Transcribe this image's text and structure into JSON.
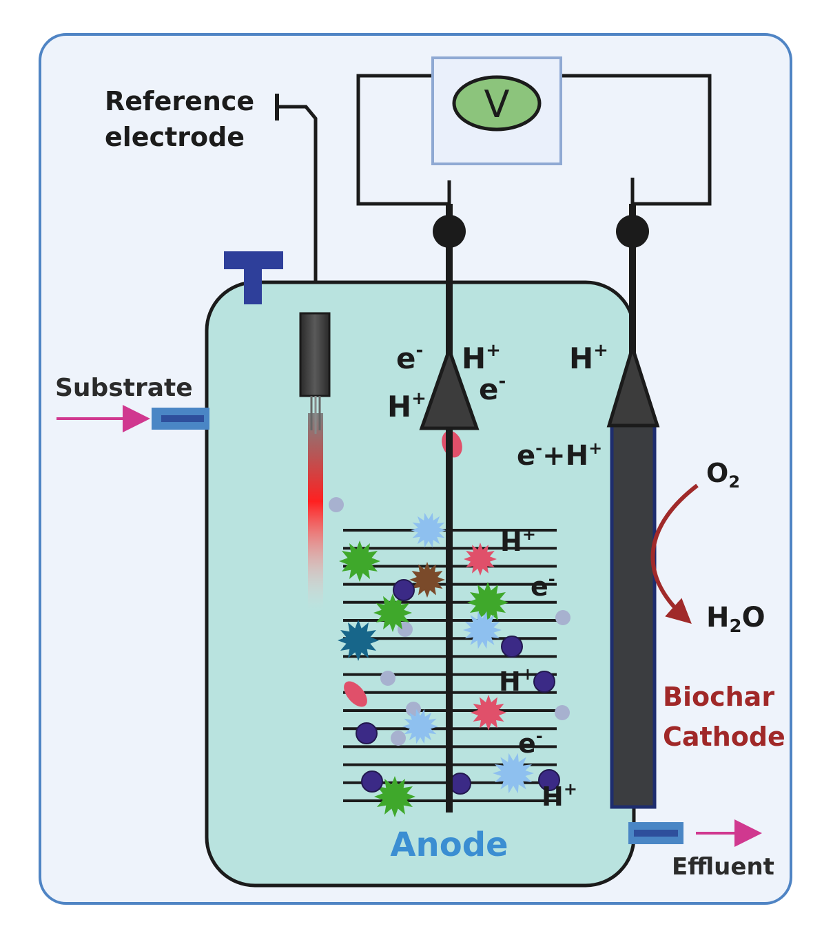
{
  "labels": {
    "reference_line1": "Reference",
    "reference_line2": "electrode",
    "voltmeter": "V",
    "substrate": "Substrate",
    "effluent": "Effluent",
    "anode": "Anode",
    "cathode_line1": "Biochar",
    "cathode_line2": "Cathode",
    "oxygen": "O",
    "oxygen_sub": "2",
    "water_pre": "H",
    "water_sub": "2",
    "water_post": "O"
  },
  "species": {
    "electron": "e",
    "electron_charge": "-",
    "proton": "H",
    "proton_charge": "+",
    "plus_sign": "+"
  },
  "colors": {
    "outer_bg": "#eef3fb",
    "outer_border": "#4f84c4",
    "chamber": "#b9e3df",
    "chamber_border": "#1b1b1b",
    "port": "#4a86c5",
    "port_inner": "#2e4f9c",
    "arrow_pink": "#d0388f",
    "voltmeter_fill": "#8cc47c",
    "cathode": "#3b3d40",
    "cathode_edge": "#1e2d6e",
    "anode_label": "#3b8ed2",
    "cathode_label": "#a02828",
    "o2_arrow": "#a02a2a",
    "ref_glow": "#ff2020",
    "microbe_green": "#3fa82b",
    "microbe_lightblue": "#8ec0ef",
    "microbe_pink": "#e0506a",
    "microbe_brown": "#7a4a2a",
    "microbe_teal": "#17668a",
    "particle_purple": "#3b2a86",
    "particle_grey": "#a7b1cf"
  }
}
